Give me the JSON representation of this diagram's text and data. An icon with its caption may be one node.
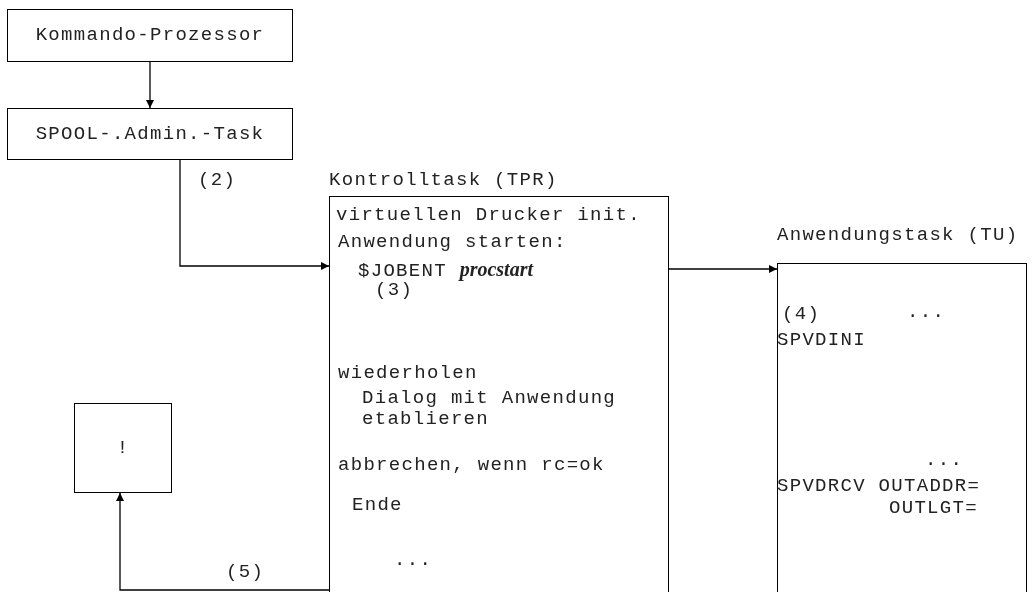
{
  "diagram": {
    "nodes": [
      {
        "text": [
          "Kommando-Prozessor"
        ]
      },
      {
        "text": [
          "SPOOL-.Admin.-Task"
        ]
      },
      {
        "text": [
          "Kontrolltask (TPR)",
          "virtuellen Drucker init.",
          "Anwendung starten:",
          "$JOBENT *procstart*",
          "(3)",
          "wiederholen",
          "Dialog mit Anwendung etablieren",
          "abbrechen, wenn rc=ok",
          "Ende",
          "..."
        ]
      },
      {
        "text": [
          "Anwendungstask (TU)",
          "(4)",
          "...",
          "SPVDINI",
          "...",
          "SPVDRCV OUTADDR=",
          "OUTLGT="
        ]
      },
      {
        "text": [
          "!"
        ]
      }
    ],
    "edges": [
      {
        "from": 0,
        "to": 1,
        "arrow": "to"
      },
      {
        "from": 1,
        "to": 2,
        "arrow": "to",
        "label": "(2)"
      },
      {
        "from": 2,
        "to": 3,
        "arrow": "to"
      },
      {
        "from": 2,
        "to": 4,
        "arrow": "to",
        "label": "(5)"
      }
    ]
  }
}
